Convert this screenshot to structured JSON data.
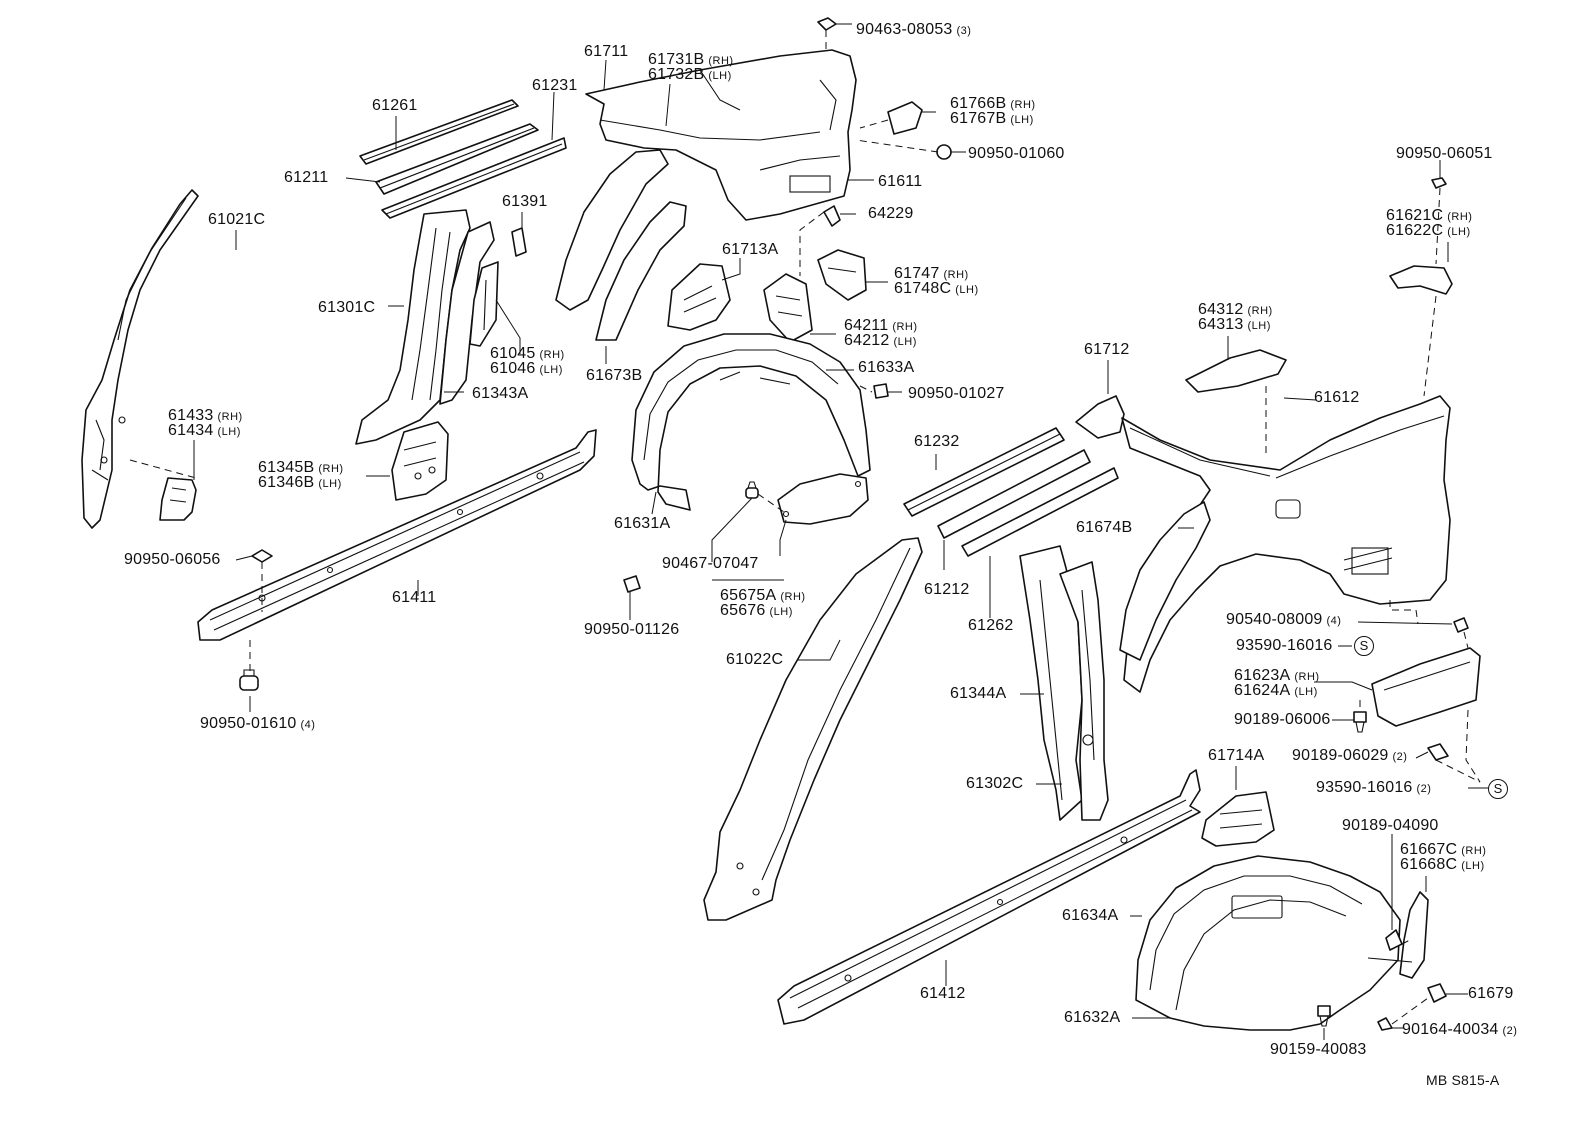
{
  "diagram": {
    "sheet_code": "MB  S815-A",
    "parts": [
      {
        "id": "p90463",
        "lines": [
          {
            "code": "90463-08053",
            "sfx": "(3)"
          }
        ]
      },
      {
        "id": "p61711",
        "lines": [
          {
            "code": "61711",
            "sfx": ""
          }
        ]
      },
      {
        "id": "p61731",
        "lines": [
          {
            "code": "61731B",
            "sfx": "(RH)"
          },
          {
            "code": "61732B",
            "sfx": "(LH)"
          }
        ]
      },
      {
        "id": "p61231",
        "lines": [
          {
            "code": "61231",
            "sfx": ""
          }
        ]
      },
      {
        "id": "p61261",
        "lines": [
          {
            "code": "61261",
            "sfx": ""
          }
        ]
      },
      {
        "id": "p61766",
        "lines": [
          {
            "code": "61766B",
            "sfx": "(RH)"
          },
          {
            "code": "61767B",
            "sfx": "(LH)"
          }
        ]
      },
      {
        "id": "p90950_01060",
        "lines": [
          {
            "code": "90950-01060",
            "sfx": ""
          }
        ]
      },
      {
        "id": "p61211",
        "lines": [
          {
            "code": "61211",
            "sfx": ""
          }
        ]
      },
      {
        "id": "p61611",
        "lines": [
          {
            "code": "61611",
            "sfx": ""
          }
        ]
      },
      {
        "id": "p90950_06051",
        "lines": [
          {
            "code": "90950-06051",
            "sfx": ""
          }
        ]
      },
      {
        "id": "p61021",
        "lines": [
          {
            "code": "61021C",
            "sfx": ""
          }
        ]
      },
      {
        "id": "p61391",
        "lines": [
          {
            "code": "61391",
            "sfx": ""
          }
        ]
      },
      {
        "id": "p64229",
        "lines": [
          {
            "code": "64229",
            "sfx": ""
          }
        ]
      },
      {
        "id": "p61621",
        "lines": [
          {
            "code": "61621C",
            "sfx": "(RH)"
          },
          {
            "code": "61622C",
            "sfx": "(LH)"
          }
        ]
      },
      {
        "id": "p61713",
        "lines": [
          {
            "code": "61713A",
            "sfx": ""
          }
        ]
      },
      {
        "id": "p61747",
        "lines": [
          {
            "code": "61747",
            "sfx": "(RH)"
          },
          {
            "code": "61748C",
            "sfx": "(LH)"
          }
        ]
      },
      {
        "id": "p61301",
        "lines": [
          {
            "code": "61301C",
            "sfx": ""
          }
        ]
      },
      {
        "id": "p64312",
        "lines": [
          {
            "code": "64312",
            "sfx": "(RH)"
          },
          {
            "code": "64313",
            "sfx": "(LH)"
          }
        ]
      },
      {
        "id": "p64211",
        "lines": [
          {
            "code": "64211",
            "sfx": "(RH)"
          },
          {
            "code": "64212",
            "sfx": "(LH)"
          }
        ]
      },
      {
        "id": "p61045",
        "lines": [
          {
            "code": "61045",
            "sfx": "(RH)"
          },
          {
            "code": "61046",
            "sfx": "(LH)"
          }
        ]
      },
      {
        "id": "p61673",
        "lines": [
          {
            "code": "61673B",
            "sfx": ""
          }
        ]
      },
      {
        "id": "p61633",
        "lines": [
          {
            "code": "61633A",
            "sfx": ""
          }
        ]
      },
      {
        "id": "p61712",
        "lines": [
          {
            "code": "61712",
            "sfx": ""
          }
        ]
      },
      {
        "id": "p61343",
        "lines": [
          {
            "code": "61343A",
            "sfx": ""
          }
        ]
      },
      {
        "id": "p90950_01027",
        "lines": [
          {
            "code": "90950-01027",
            "sfx": ""
          }
        ]
      },
      {
        "id": "p61612",
        "lines": [
          {
            "code": "61612",
            "sfx": ""
          }
        ]
      },
      {
        "id": "p61433",
        "lines": [
          {
            "code": "61433",
            "sfx": "(RH)"
          },
          {
            "code": "61434",
            "sfx": "(LH)"
          }
        ]
      },
      {
        "id": "p61232",
        "lines": [
          {
            "code": "61232",
            "sfx": ""
          }
        ]
      },
      {
        "id": "p61345",
        "lines": [
          {
            "code": "61345B",
            "sfx": "(RH)"
          },
          {
            "code": "61346B",
            "sfx": "(LH)"
          }
        ]
      },
      {
        "id": "p61631",
        "lines": [
          {
            "code": "61631A",
            "sfx": ""
          }
        ]
      },
      {
        "id": "p61674",
        "lines": [
          {
            "code": "61674B",
            "sfx": ""
          }
        ]
      },
      {
        "id": "p90950_06056",
        "lines": [
          {
            "code": "90950-06056",
            "sfx": ""
          }
        ]
      },
      {
        "id": "p90467",
        "lines": [
          {
            "code": "90467-07047",
            "sfx": ""
          }
        ]
      },
      {
        "id": "p61212",
        "lines": [
          {
            "code": "61212",
            "sfx": ""
          }
        ]
      },
      {
        "id": "p61411",
        "lines": [
          {
            "code": "61411",
            "sfx": ""
          }
        ]
      },
      {
        "id": "p65675",
        "lines": [
          {
            "code": "65675A",
            "sfx": "(RH)"
          },
          {
            "code": "65676",
            "sfx": "(LH)"
          }
        ]
      },
      {
        "id": "p90540",
        "lines": [
          {
            "code": "90540-08009",
            "sfx": "(4)"
          }
        ]
      },
      {
        "id": "p90950_01126",
        "lines": [
          {
            "code": "90950-01126",
            "sfx": ""
          }
        ]
      },
      {
        "id": "p61262",
        "lines": [
          {
            "code": "61262",
            "sfx": ""
          }
        ]
      },
      {
        "id": "p93590a",
        "lines": [
          {
            "code": "93590-16016",
            "sfx": ""
          }
        ]
      },
      {
        "id": "p61022",
        "lines": [
          {
            "code": "61022C",
            "sfx": ""
          }
        ]
      },
      {
        "id": "p61623",
        "lines": [
          {
            "code": "61623A",
            "sfx": "(RH)"
          },
          {
            "code": "61624A",
            "sfx": "(LH)"
          }
        ]
      },
      {
        "id": "p61344",
        "lines": [
          {
            "code": "61344A",
            "sfx": ""
          }
        ]
      },
      {
        "id": "p90950_01610",
        "lines": [
          {
            "code": "90950-01610",
            "sfx": "(4)"
          }
        ]
      },
      {
        "id": "p90189_06006",
        "lines": [
          {
            "code": "90189-06006",
            "sfx": ""
          }
        ]
      },
      {
        "id": "p61714",
        "lines": [
          {
            "code": "61714A",
            "sfx": ""
          }
        ]
      },
      {
        "id": "p90189_06029",
        "lines": [
          {
            "code": "90189-06029",
            "sfx": "(2)"
          }
        ]
      },
      {
        "id": "p61302",
        "lines": [
          {
            "code": "61302C",
            "sfx": ""
          }
        ]
      },
      {
        "id": "p93590b",
        "lines": [
          {
            "code": "93590-16016",
            "sfx": "(2)"
          }
        ]
      },
      {
        "id": "p90189_04090",
        "lines": [
          {
            "code": "90189-04090",
            "sfx": ""
          }
        ]
      },
      {
        "id": "p61667",
        "lines": [
          {
            "code": "61667C",
            "sfx": "(RH)"
          },
          {
            "code": "61668C",
            "sfx": "(LH)"
          }
        ]
      },
      {
        "id": "p61634",
        "lines": [
          {
            "code": "61634A",
            "sfx": ""
          }
        ]
      },
      {
        "id": "p61412",
        "lines": [
          {
            "code": "61412",
            "sfx": ""
          }
        ]
      },
      {
        "id": "p61679",
        "lines": [
          {
            "code": "61679",
            "sfx": ""
          }
        ]
      },
      {
        "id": "p61632",
        "lines": [
          {
            "code": "61632A",
            "sfx": ""
          }
        ]
      },
      {
        "id": "p90164",
        "lines": [
          {
            "code": "90164-40034",
            "sfx": "(2)"
          }
        ]
      },
      {
        "id": "p90159",
        "lines": [
          {
            "code": "90159-40083",
            "sfx": ""
          }
        ]
      }
    ],
    "symbol_text": "S"
  }
}
